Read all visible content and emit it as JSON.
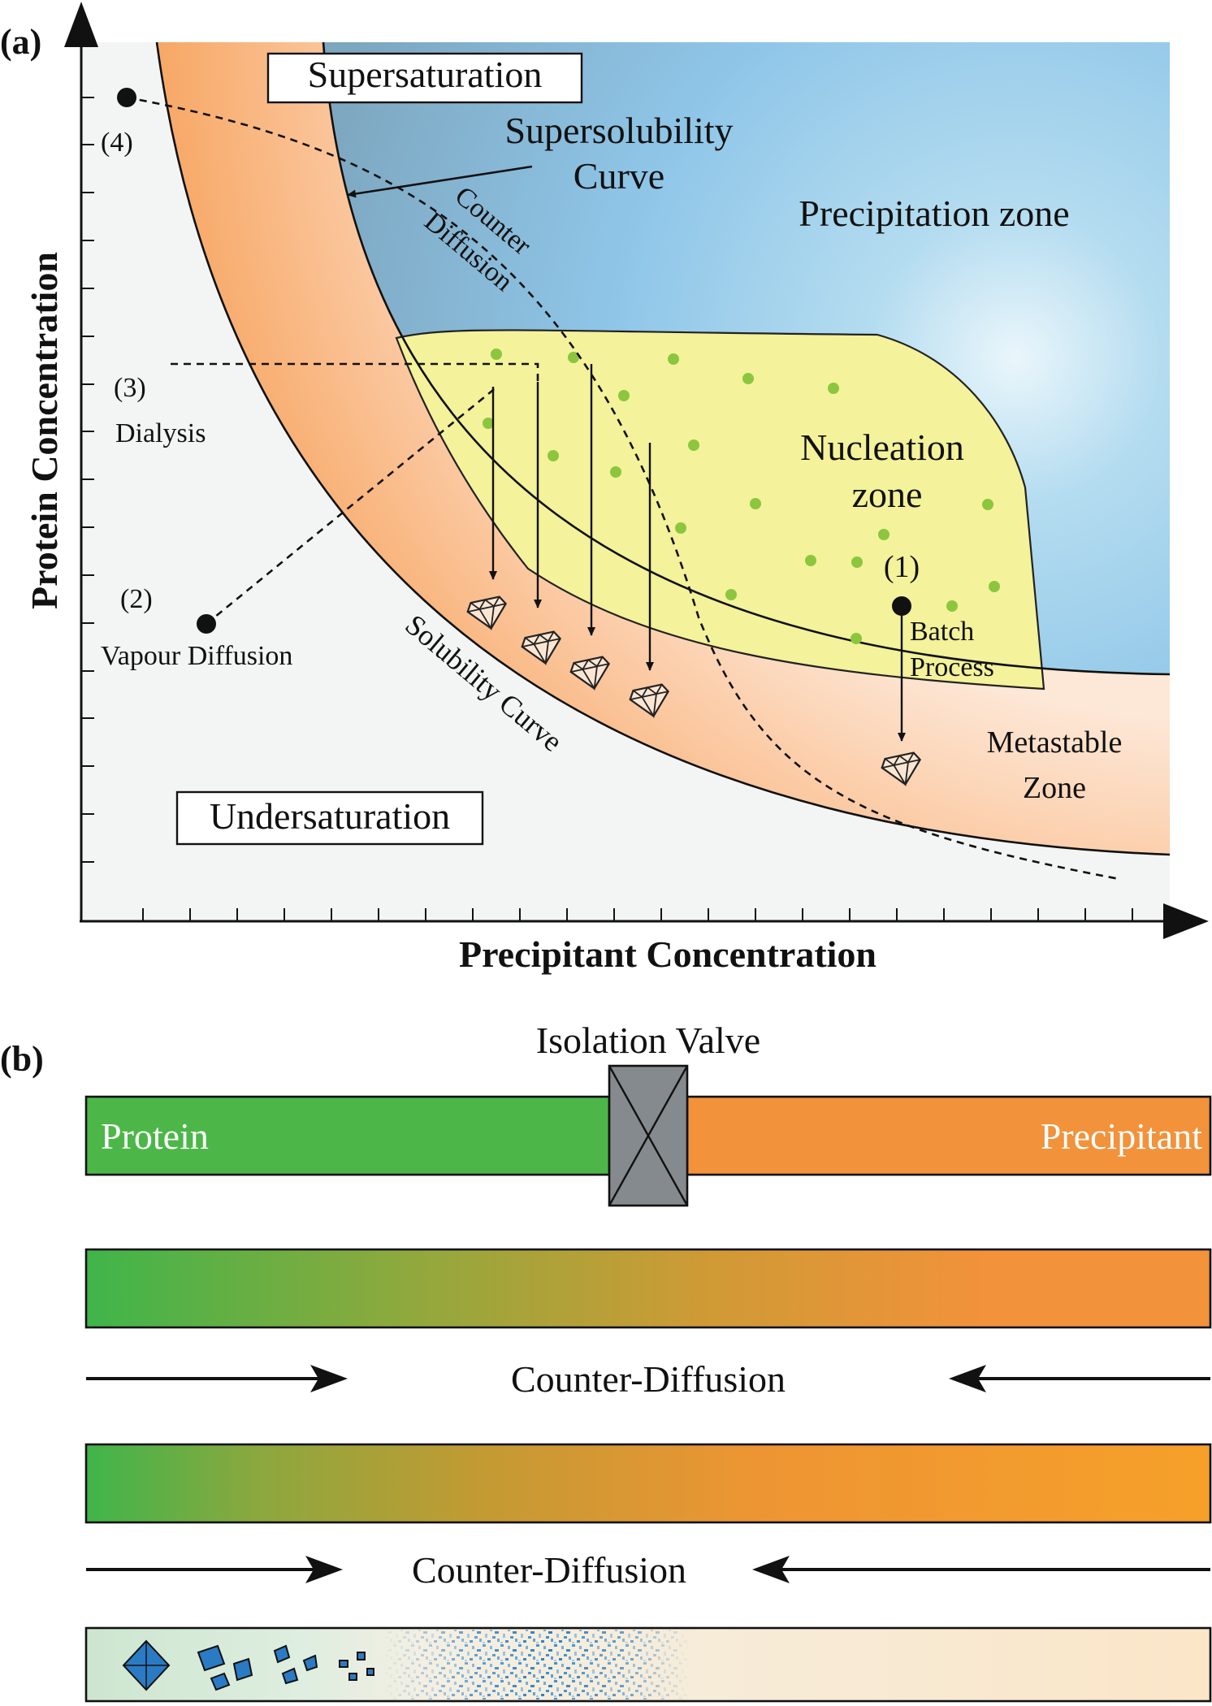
{
  "panel_a": {
    "panel_label": "(a)",
    "y_axis_label": "Protein Concentration",
    "x_axis_label": "Precipitant Concentration",
    "zones": {
      "supersaturation": "Supersaturation",
      "undersaturation": "Undersaturation",
      "precipitation": "Precipitation zone",
      "nucleation_line1": "Nucleation",
      "nucleation_line2": "zone",
      "metastable_line1": "Metastable",
      "metastable_line2": "Zone"
    },
    "curves": {
      "supersolubility_line1": "Supersolubility",
      "supersolubility_line2": "Curve",
      "solubility": "Solubility Curve",
      "counter_line1": "Counter",
      "counter_line2": "Diffusion"
    },
    "methods": {
      "m1_num": "(1)",
      "m1_line1": "Batch",
      "m1_line2": "Process",
      "m2_num": "(2)",
      "m2_name": "Vapour Diffusion",
      "m3_num": "(3)",
      "m3_name": "Dialysis",
      "m4_num": "(4)"
    },
    "colors": {
      "precipitation": "#8fc6e8",
      "nucleation": "#f4f29a",
      "metastable": "#f7a968",
      "undersaturation": "#f3f4f4",
      "nuclei_dots": "#8cc63f"
    }
  },
  "panel_b": {
    "panel_label": "(b)",
    "valve_label": "Isolation Valve",
    "protein_label": "Protein",
    "precipitant_label": "Precipitant",
    "counter_diffusion_1": "Counter-Diffusion",
    "counter_diffusion_2": "Counter-Diffusion",
    "colors": {
      "protein": "#4cb748",
      "precipitant": "#f2923a",
      "valve": "#858a8e",
      "crystals": "#2a7bc4"
    }
  }
}
